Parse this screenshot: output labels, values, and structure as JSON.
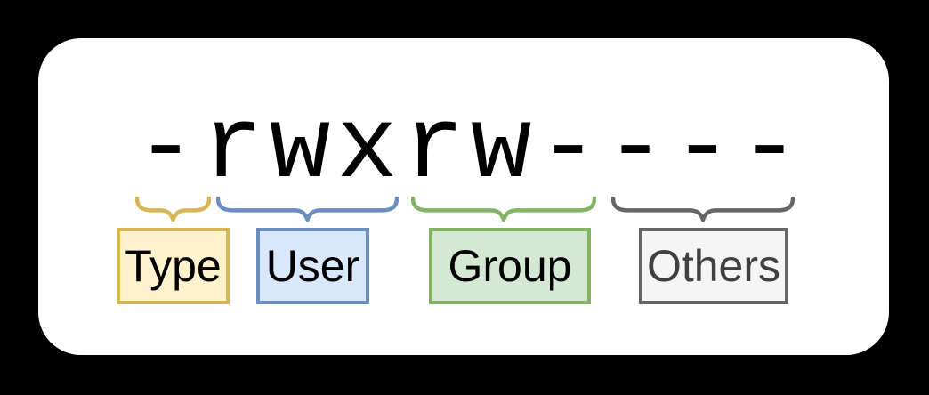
{
  "scene": {
    "background_color": "#000000",
    "card_color": "#ffffff"
  },
  "permission": {
    "text": "-rwxrw----",
    "color": "#000000"
  },
  "groups": [
    {
      "label": "Type",
      "span_chars": "-",
      "fill": "#fff2cc",
      "stroke": "#d6b656",
      "label_color": "#000000"
    },
    {
      "label": "User",
      "span_chars": "rwx",
      "fill": "#dae8fc",
      "stroke": "#6c8ebf",
      "label_color": "#000000"
    },
    {
      "label": "Group",
      "span_chars": "rw-",
      "fill": "#d5e8d4",
      "stroke": "#82b366",
      "label_color": "#000000"
    },
    {
      "label": "Others",
      "span_chars": "---",
      "fill": "#f5f5f5",
      "stroke": "#666666",
      "label_color": "#404040"
    }
  ]
}
